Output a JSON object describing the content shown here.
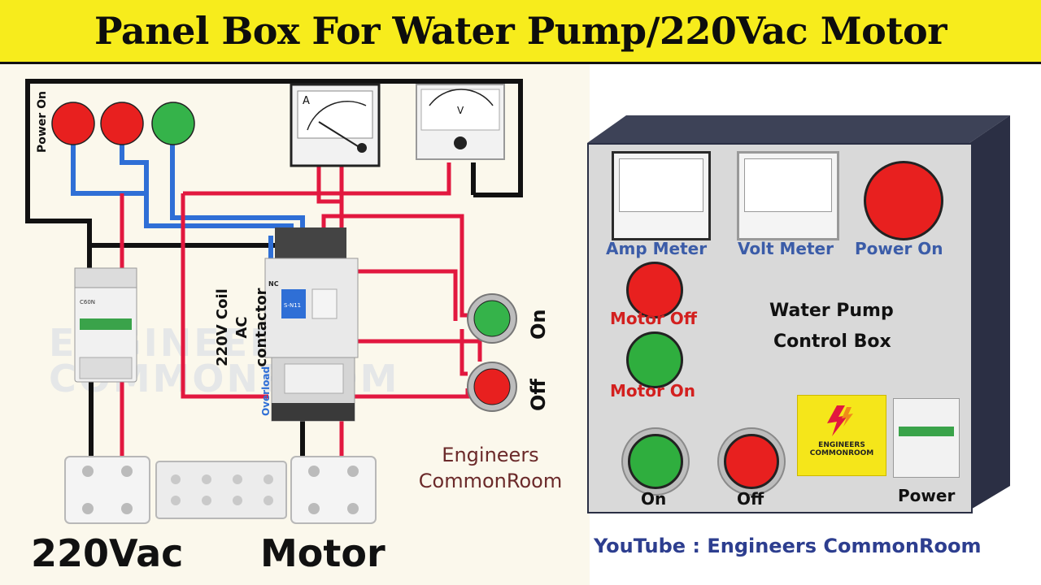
{
  "title": "Panel Box For Water Pump/220Vac Motor",
  "colors": {
    "banner": "#f7ec1c",
    "wire_red": "#e2183f",
    "wire_blue": "#2f6fd6",
    "wire_black": "#111111",
    "green_light": "#35b34a",
    "red_light": "#e8201f"
  },
  "diagram": {
    "power_on_label": "Power On",
    "contactor_label": "220V Coil AC contactor",
    "overload_label": "Overload",
    "on_label": "On",
    "off_label": "Off",
    "supply_label": "220Vac",
    "motor_label": "Motor",
    "brand_line1": "Engineers",
    "brand_line2": "CommonRoom",
    "watermark_line1": "ENGINEERS",
    "watermark_line2": "COMMONROOM",
    "ammeter_letter": "A",
    "voltmeter_letter": "V",
    "contactor_tag": "S-N11",
    "contactor_nc": "NC",
    "mcb_tag": "C60N"
  },
  "control_box": {
    "amp_meter_label": "Amp Meter",
    "volt_meter_label": "Volt Meter",
    "power_on_label": "Power On",
    "motor_off_label": "Motor Off",
    "motor_on_label": "Motor On",
    "box_title_line1": "Water Pump",
    "box_title_line2": "Control Box",
    "on_label": "On",
    "off_label": "Off",
    "power_label": "Power",
    "logo_text": "ENGINEERS COMMONROOM"
  },
  "youtube": "YouTube : Engineers CommonRoom"
}
